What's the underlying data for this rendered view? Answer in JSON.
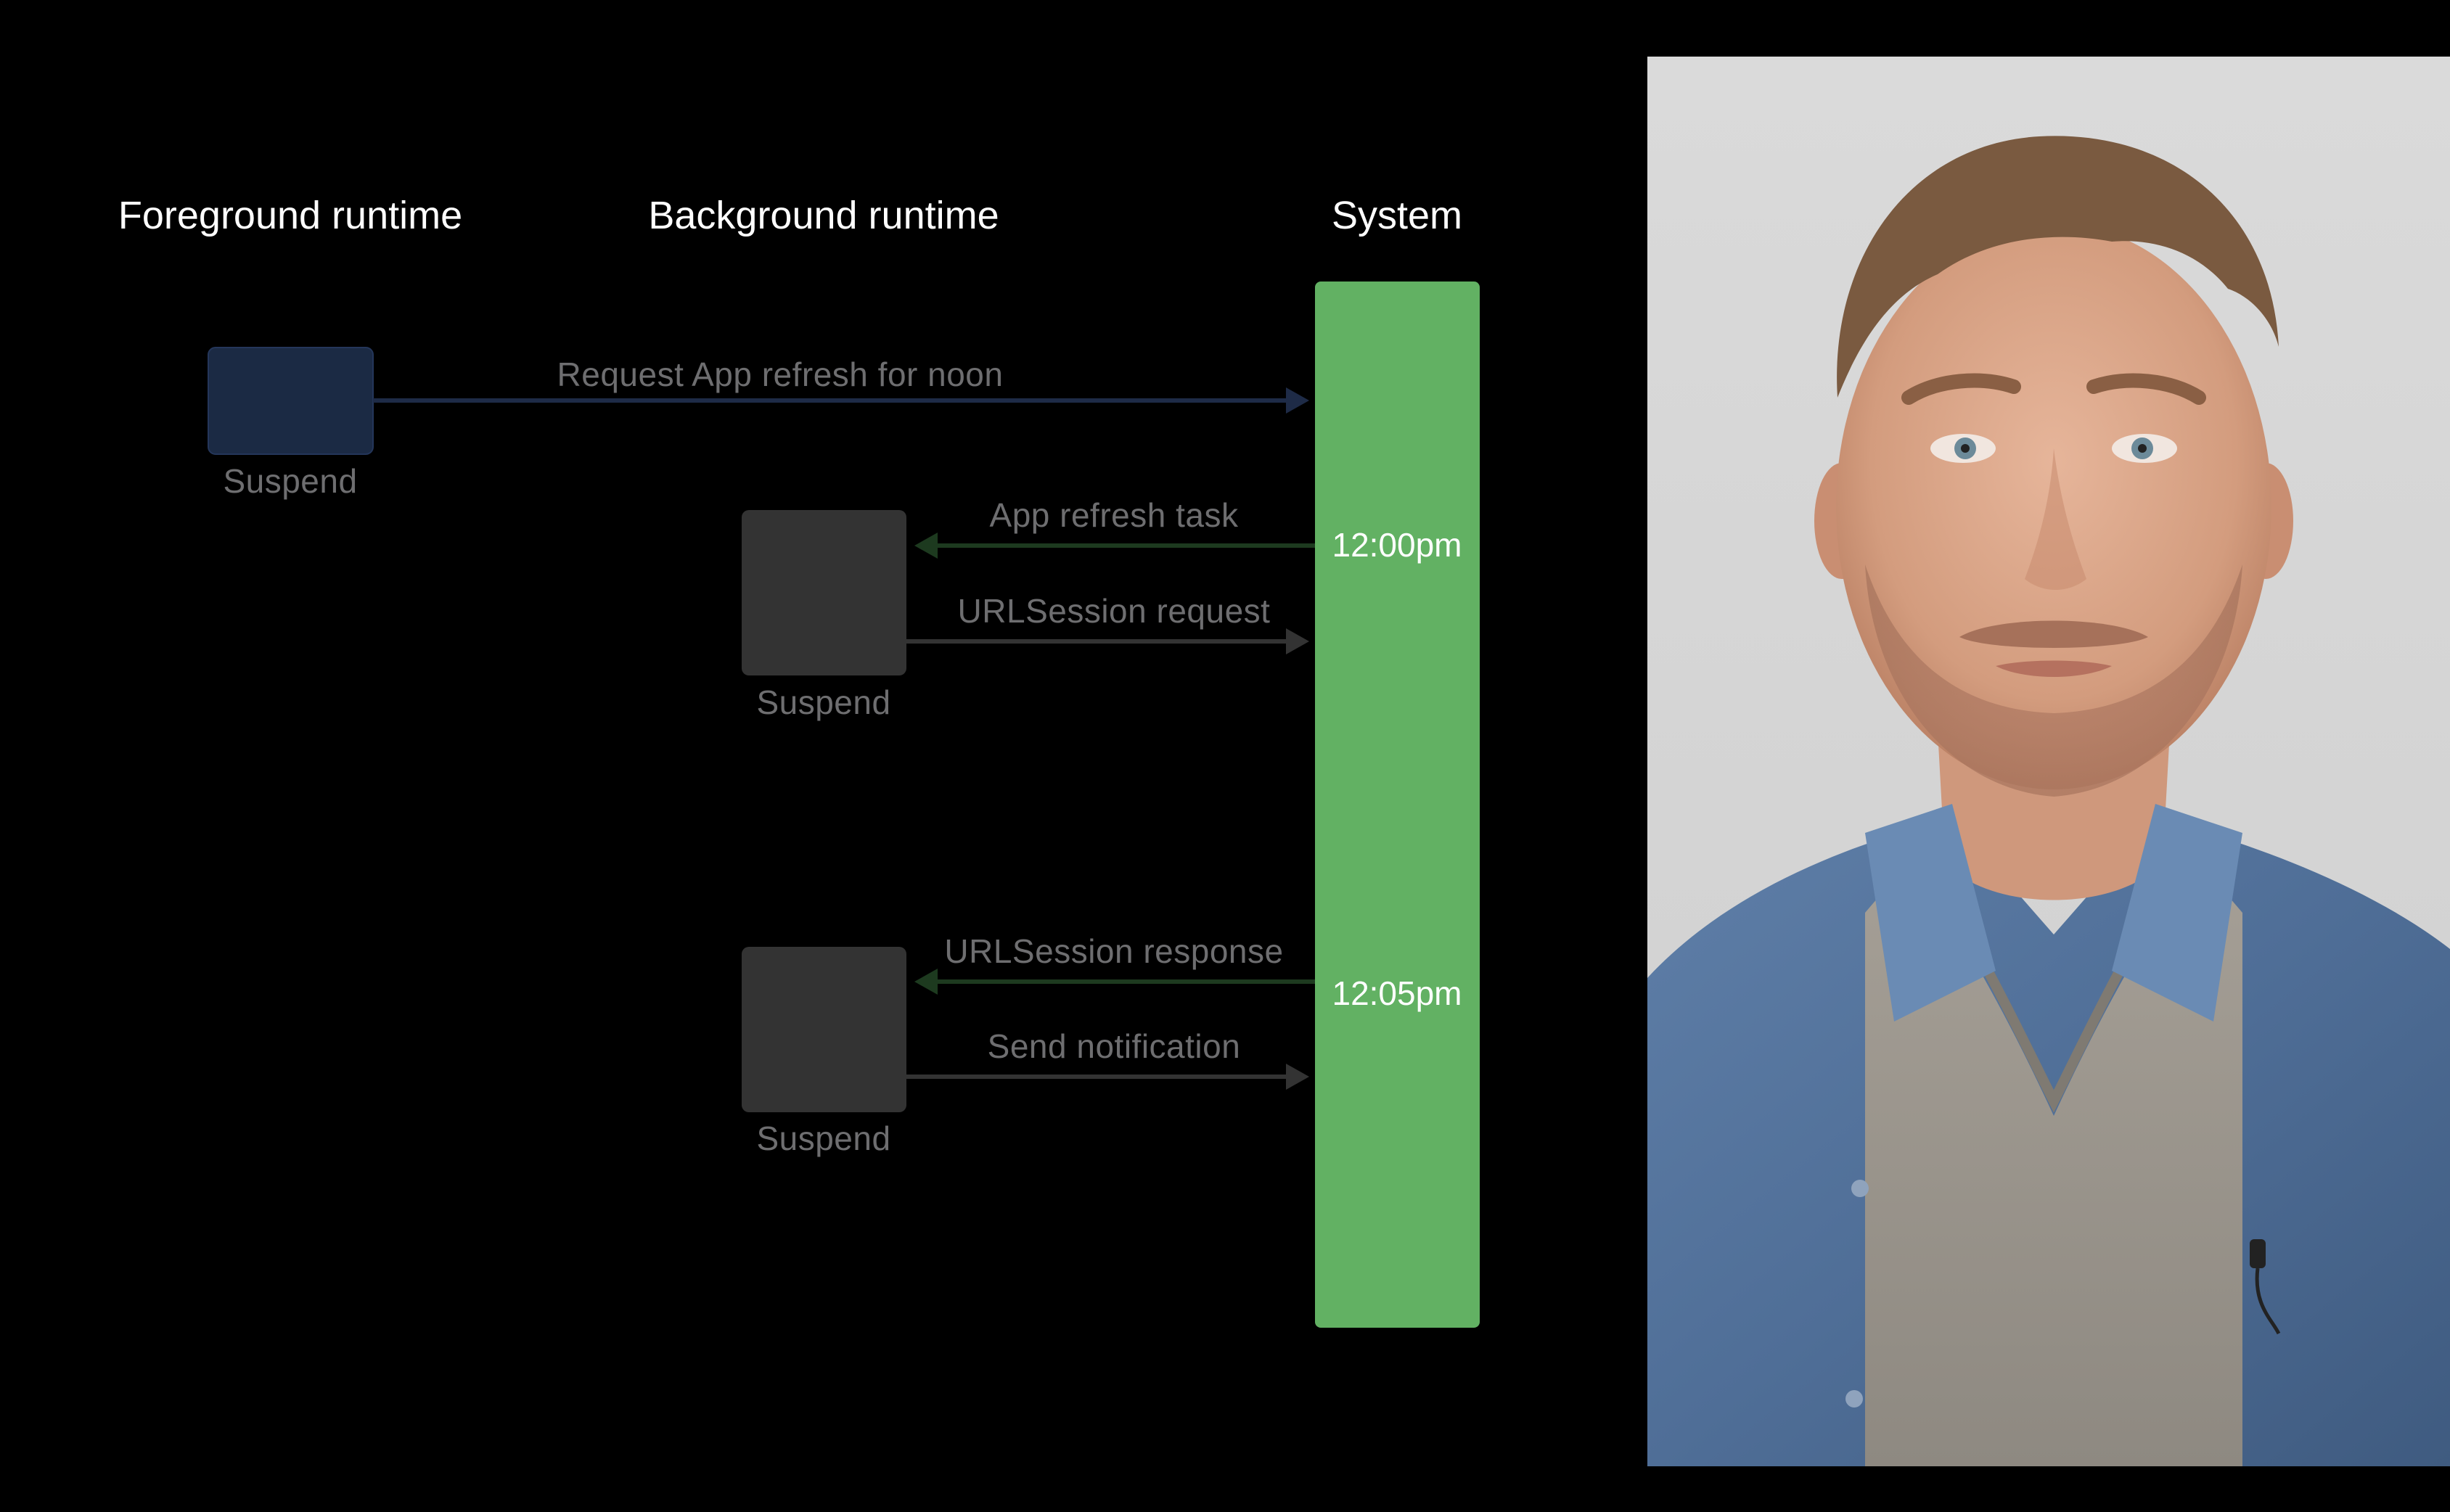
{
  "columns": {
    "foreground": "Foreground runtime",
    "background": "Background runtime",
    "system": "System"
  },
  "arrows": {
    "request_refresh": "Request App refresh for noon",
    "app_refresh_task": "App refresh task",
    "urlsession_request": "URLSession request",
    "urlsession_response": "URLSession response",
    "send_notification": "Send notification"
  },
  "blocks": {
    "foreground_suspend": "Suspend",
    "background_suspend_1": "Suspend",
    "background_suspend_2": "Suspend"
  },
  "times": {
    "first": "12:00pm",
    "second": "12:05pm"
  },
  "colors": {
    "background": "#000000",
    "system_bar": "#62b163",
    "foreground_block": "#1b2a44",
    "background_block": "#333333",
    "outgoing_arrow_fg": "#1e2b47",
    "incoming_arrow": "#1d3a1f",
    "outgoing_arrow_bg": "#333333",
    "dim_text": "#6e6e70"
  },
  "presenter": {
    "icon": "presenter-photo"
  }
}
